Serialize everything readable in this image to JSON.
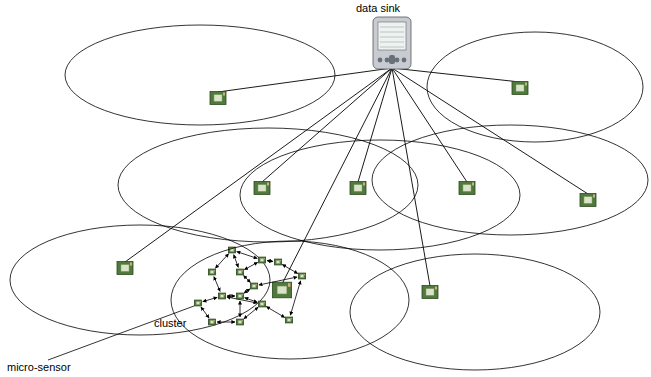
{
  "diagram": {
    "nodes": [
      {
        "text": [
          "data sink"
        ]
      },
      {
        "text": [
          "cluster"
        ]
      }
    ],
    "labels": [
      "micro-sensor"
    ]
  }
}
